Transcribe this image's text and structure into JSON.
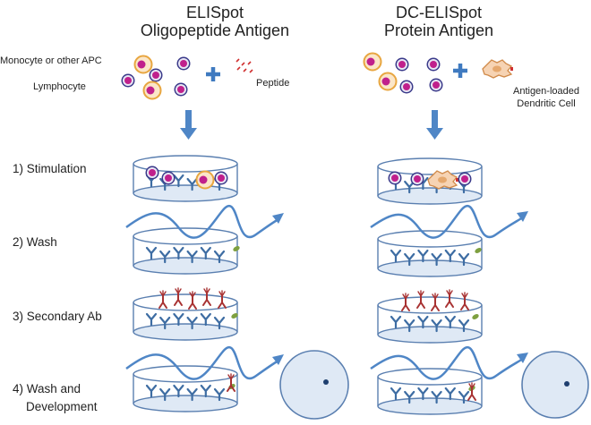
{
  "left": {
    "title_line1": "ELISpot",
    "title_line2": "Oligopeptide Antigen",
    "monocyte_label": "Monocyte or other APC",
    "lymphocyte_label": "Lymphocyte",
    "peptide_label": "Peptide"
  },
  "right": {
    "title_line1": "DC-ELISpot",
    "title_line2": "Protein Antigen",
    "dc_label_line1": "Antigen-loaded",
    "dc_label_line2": "Dendritic Cell"
  },
  "steps": [
    {
      "label": "1) Stimulation"
    },
    {
      "label": "2) Wash"
    },
    {
      "label": "3) Secondary Ab"
    },
    {
      "label": "4) Wash and",
      "label2": "Development"
    }
  ],
  "colors": {
    "well_stroke": "#5a7fb0",
    "well_fill": "#dfe9f5",
    "antibody": "#3e6da3",
    "secondary_ab": "#a83232",
    "lymphocyte_outer": "#3a3a8a",
    "lymphocyte_inner": "#c0208c",
    "monocyte_outer": "#e8a640",
    "monocyte_fill": "#fbe6c8",
    "arrow": "#4f86c6",
    "plus": "#3f7ac0",
    "peptide": "#d03030",
    "cytokine": "#7ea040",
    "spot": "#1f3f6f"
  }
}
